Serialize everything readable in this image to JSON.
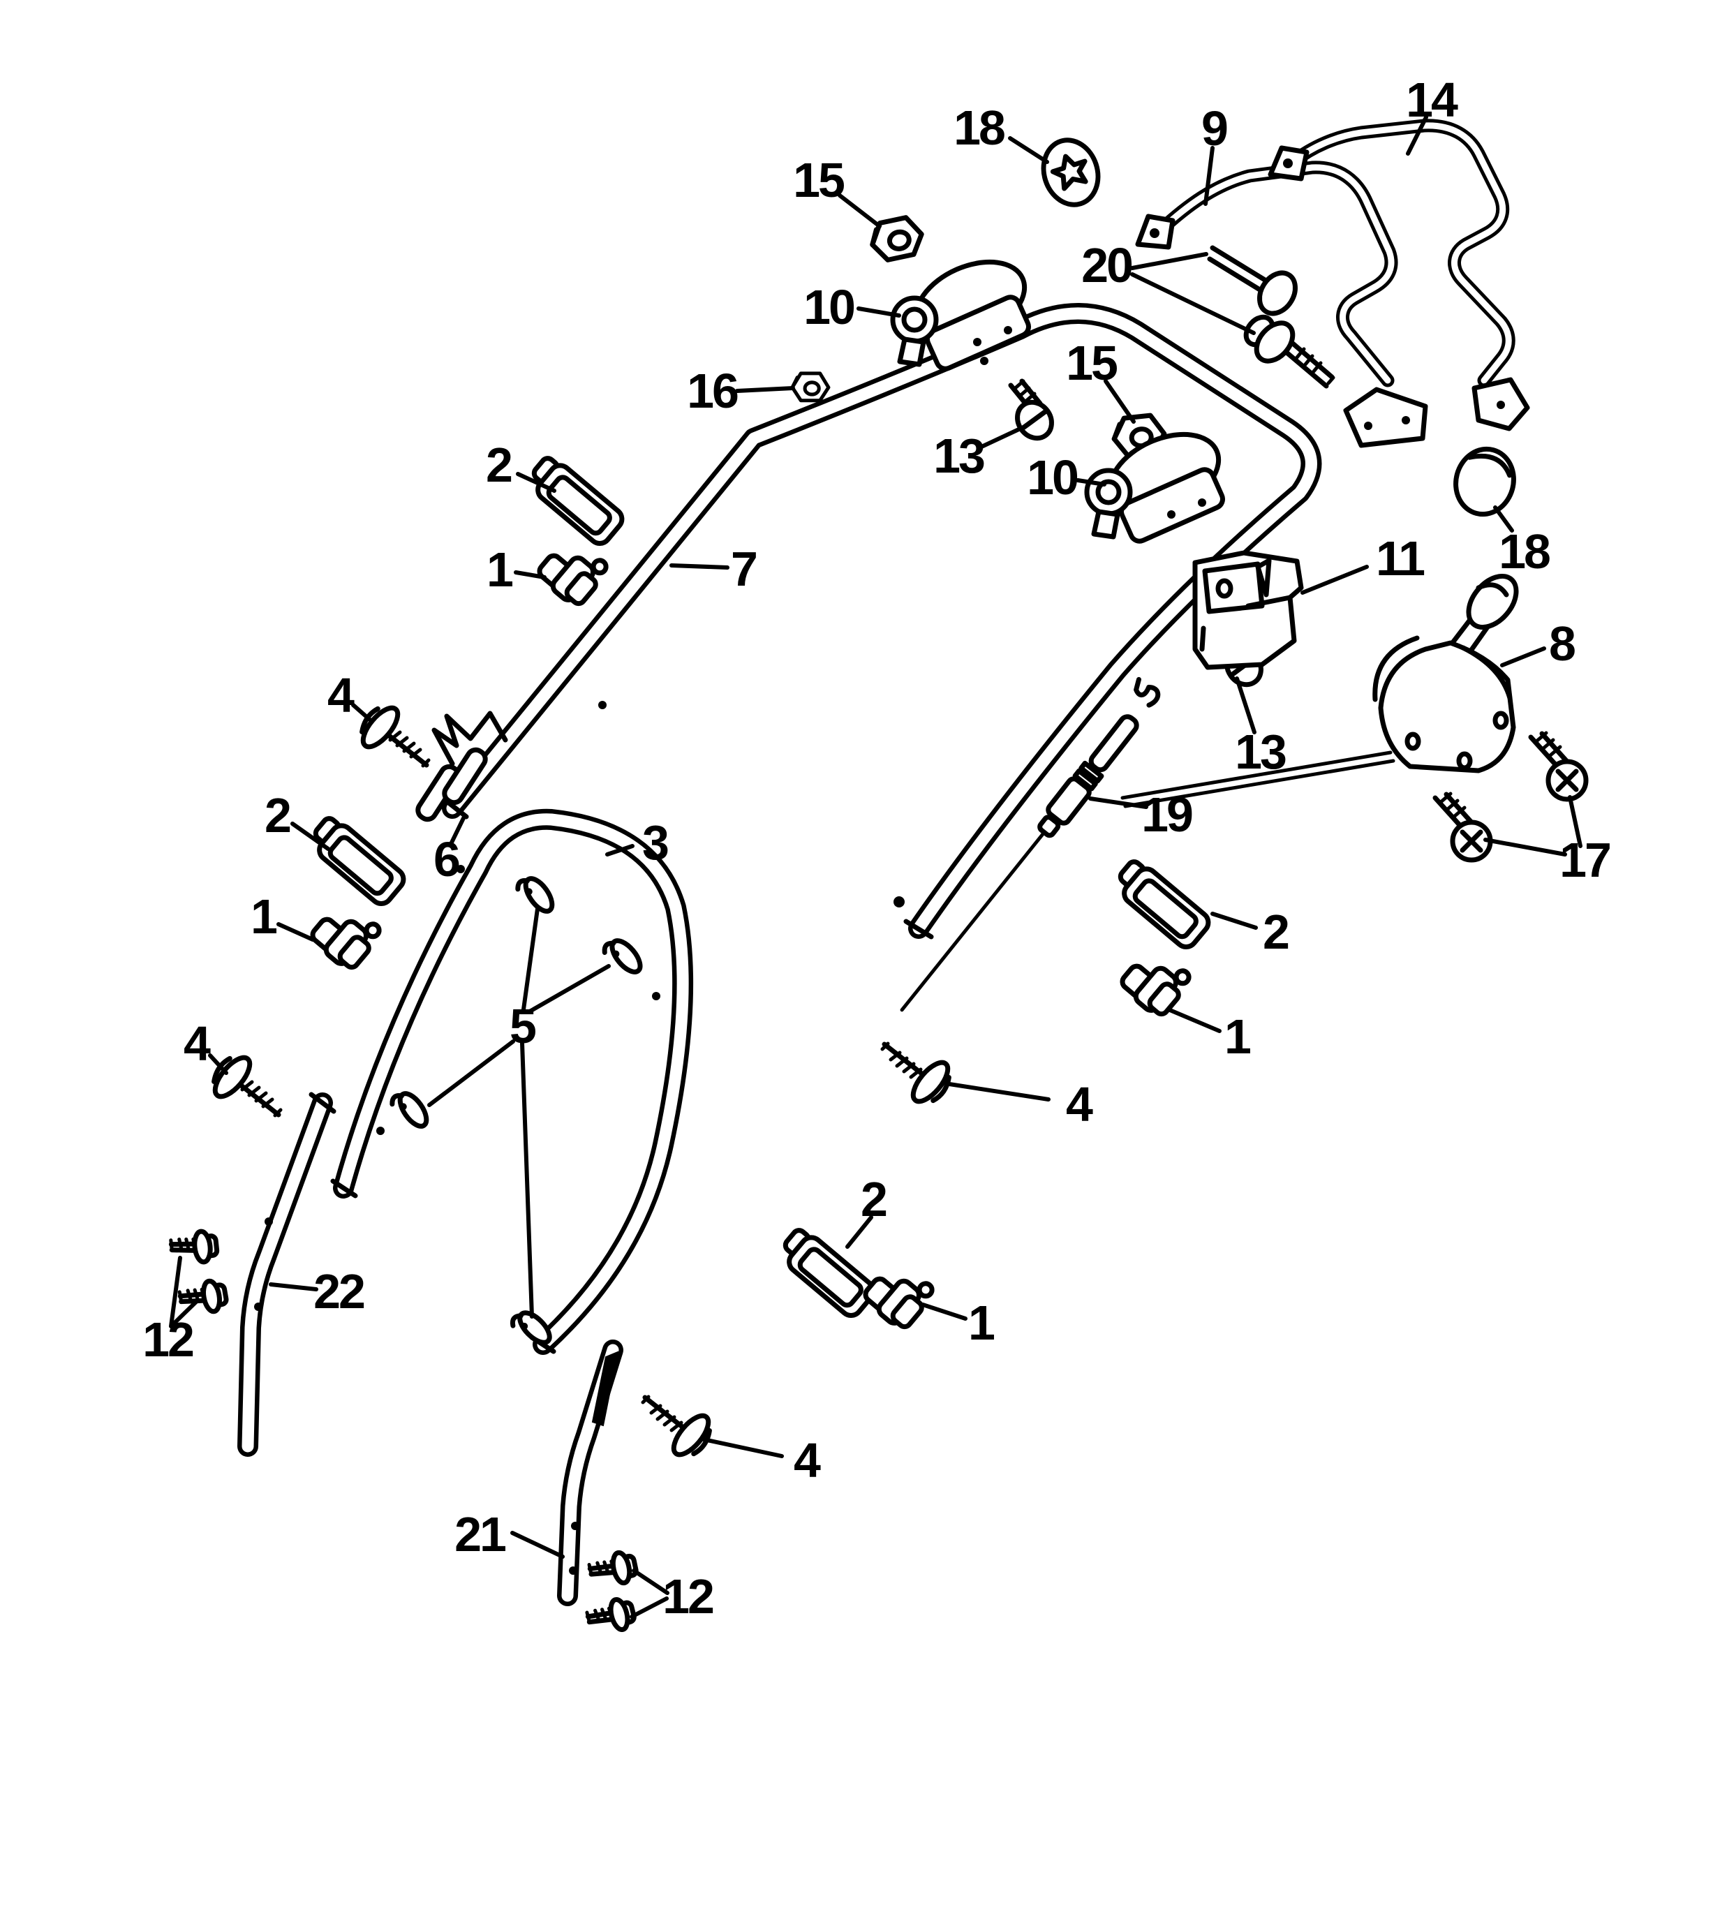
{
  "diagram": {
    "kind": "exploded-parts-diagram",
    "subject": "mower-handle-assembly",
    "colors": {
      "background": "#ffffff",
      "line": "#000000"
    },
    "callouts": [
      "18",
      "9",
      "14",
      "15",
      "10",
      "20",
      "16",
      "13",
      "15",
      "10",
      "2",
      "1",
      "7",
      "11",
      "18",
      "8",
      "13",
      "17",
      "19",
      "4",
      "6",
      "2",
      "1",
      "3",
      "2",
      "1",
      "4",
      "5",
      "4",
      "2",
      "1",
      "22",
      "12",
      "21",
      "4",
      "12"
    ]
  }
}
